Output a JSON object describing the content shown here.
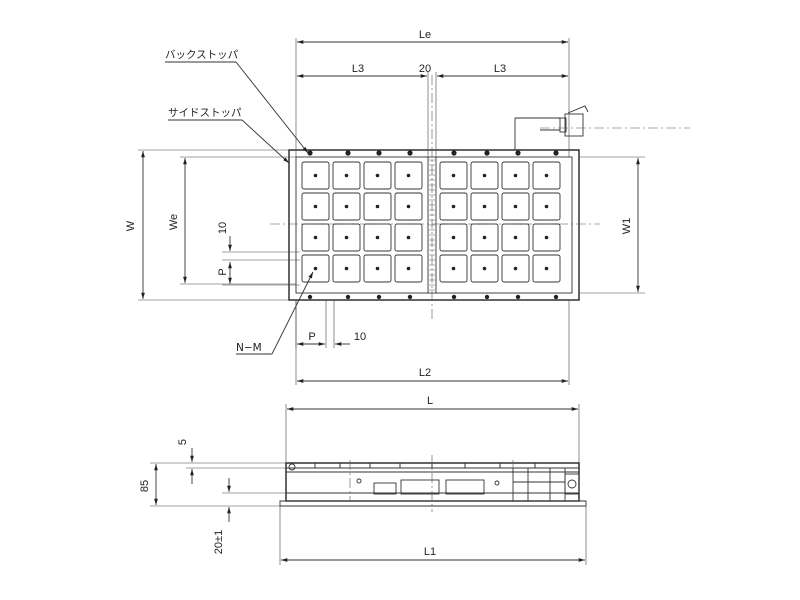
{
  "labels": {
    "back_stopper": "バックストッパ",
    "side_stopper": "サイドストッパ",
    "n_m": "N−M"
  },
  "dims": {
    "Le": "Le",
    "L3_left": "L3",
    "center_gap": "20",
    "L3_right": "L3",
    "W": "W",
    "We": "We",
    "W1": "W1",
    "ten_v": "10",
    "P_v": "P",
    "P_h": "P",
    "ten_h": "10",
    "L2": "L2",
    "L": "L",
    "five": "5",
    "eightyfive": "85",
    "twenty_tol": "20±1",
    "L1": "L1"
  }
}
